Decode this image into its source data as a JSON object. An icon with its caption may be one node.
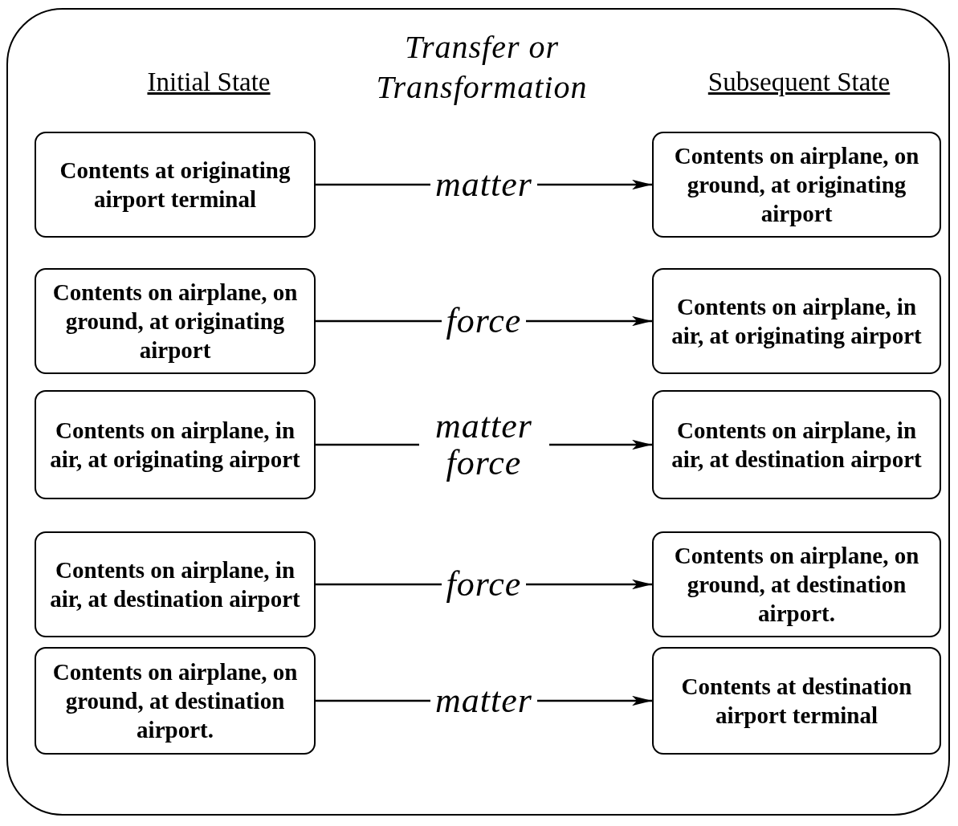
{
  "diagram": {
    "nodes": [
      {
        "text": [
          "Initial State",
          "Transfer or Transformation",
          "Subsequent State"
        ]
      },
      {
        "text": [
          "Contents at originating airport terminal"
        ],
        "in": 0
      },
      {
        "text": [
          "Contents on airplane, on ground, at originating airport"
        ],
        "in": 0
      },
      {
        "text": [
          "Contents on airplane, on ground, at originating airport"
        ],
        "in": 0
      },
      {
        "text": [
          "Contents on airplane, in air, at originating airport"
        ],
        "in": 0
      },
      {
        "text": [
          "Contents on airplane, in air, at originating airport"
        ],
        "in": 0
      },
      {
        "text": [
          "Contents on airplane, in air, at destination airport"
        ],
        "in": 0
      },
      {
        "text": [
          "Contents on airplane, in air, at destination airport"
        ],
        "in": 0
      },
      {
        "text": [
          "Contents on airplane, on ground, at destination airport."
        ],
        "in": 0
      },
      {
        "text": [
          "Contents on airplane, on ground, at destination airport."
        ],
        "in": 0
      },
      {
        "text": [
          "Contents at destination airport terminal"
        ],
        "in": 0
      }
    ],
    "edges": [
      {
        "from": 1,
        "to": 2,
        "arrow": "to",
        "label": "matter"
      },
      {
        "from": 3,
        "to": 4,
        "arrow": "to",
        "label": "force"
      },
      {
        "from": 5,
        "to": 6,
        "arrow": "to",
        "label": "matter force"
      },
      {
        "from": 7,
        "to": 8,
        "arrow": "to",
        "label": "force"
      },
      {
        "from": 9,
        "to": 10,
        "arrow": "to",
        "label": "matter"
      }
    ]
  }
}
